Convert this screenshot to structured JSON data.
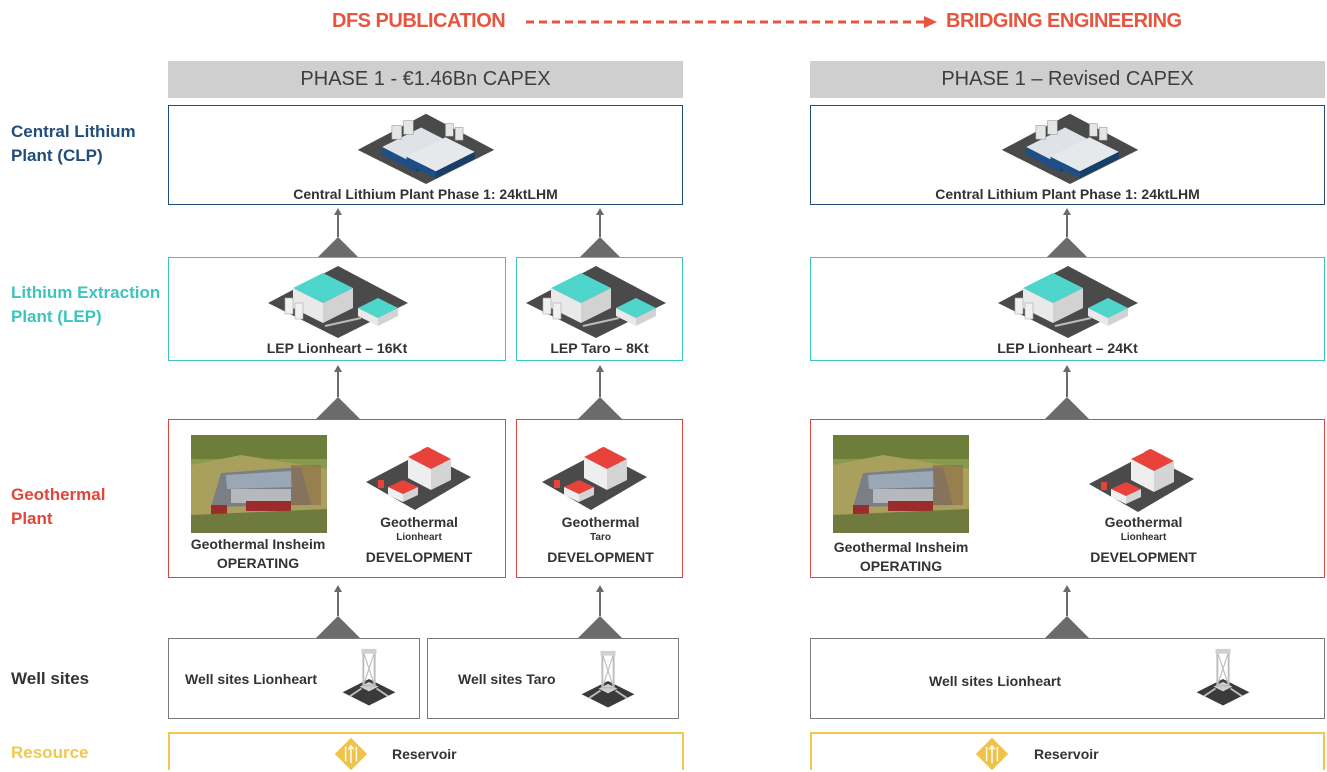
{
  "header": {
    "left": "DFS PUBLICATION",
    "right": "BRIDGING ENGINEERING"
  },
  "levels": {
    "clp": "Central Lithium Plant (CLP)",
    "lep": "Lithium Extraction Plant (LEP)",
    "geo": "Geothermal Plant",
    "well": "Well sites",
    "resource": "Resource"
  },
  "left": {
    "phase": "PHASE 1 - €1.46Bn CAPEX",
    "clp_label": "Central Lithium Plant Phase 1:  24ktLHM",
    "lep_a": "LEP Lionheart – 16Kt",
    "lep_b": "LEP Taro – 8Kt",
    "geo_ins_1": "Geothermal Insheim",
    "geo_ins_2": "OPERATING",
    "geo_lh_1": "Geothermal",
    "geo_lh_2": "Lionheart",
    "geo_lh_3": "DEVELOPMENT",
    "geo_taro_1": "Geothermal",
    "geo_taro_2": "Taro",
    "geo_taro_3": "DEVELOPMENT",
    "well_a": "Well sites  Lionheart",
    "well_b": "Well sites  Taro",
    "reservoir": "Reservoir"
  },
  "right": {
    "phase": "PHASE 1 – Revised CAPEX",
    "clp_label": "Central Lithium Plant Phase 1:  24ktLHM",
    "lep": "LEP Lionheart – 24Kt",
    "geo_ins_1": "Geothermal Insheim",
    "geo_ins_2": "OPERATING",
    "geo_lh_1": "Geothermal",
    "geo_lh_2": "Lionheart",
    "geo_lh_3": "DEVELOPMENT",
    "well": "Well sites  Lionheart",
    "reservoir": "Reservoir"
  },
  "colors": {
    "clp": "#1f4e79",
    "lep": "#3cc4be",
    "geo": "#e0473a",
    "well": "#333333",
    "resource": "#f1c84e",
    "accent": "#e8553f"
  },
  "icons": [
    "factory-icon",
    "extraction-plant-icon",
    "geothermal-plant-icon",
    "geothermal-photo",
    "drilling-rig-icon",
    "reservoir-icon",
    "arrow-icon"
  ]
}
